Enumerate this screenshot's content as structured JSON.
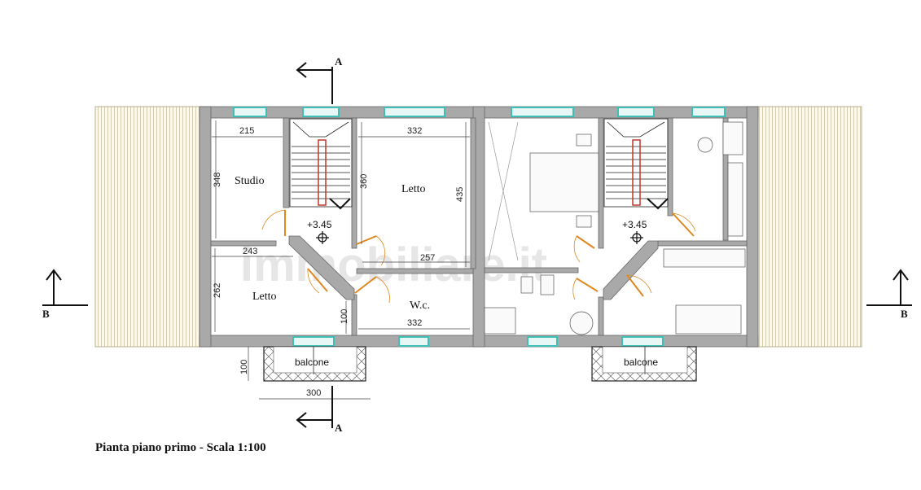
{
  "watermark": "immobiliare.it",
  "caption": "Pianta piano primo - Scala 1:100",
  "section_marks": {
    "a": "A",
    "b": "B"
  },
  "rooms": {
    "studio": "Studio",
    "letto_left": "Letto",
    "letto_center": "Letto",
    "wc": "W.c.",
    "balcone_left": "balcone",
    "balcone_right": "balcone"
  },
  "levels": {
    "left": "+3.45",
    "right": "+3.45"
  },
  "dimensions": {
    "studio_w": "215",
    "studio_h": "348",
    "letto_center_w": "332",
    "letto_center_h1": "360",
    "letto_center_h2": "435",
    "letto_left_w": "243",
    "letto_left_h": "262",
    "hall_w": "257",
    "wc_w": "332",
    "wc_h": "100",
    "balcone_h": "100",
    "balcone_w": "300"
  },
  "colors": {
    "wall": "#a9a9a9",
    "window": "#3fbfb5",
    "door": "#e0871f",
    "stair_rail": "#c0392b",
    "terrace_lines": "#c9c0a0",
    "balcony_hatch": "#555555"
  }
}
